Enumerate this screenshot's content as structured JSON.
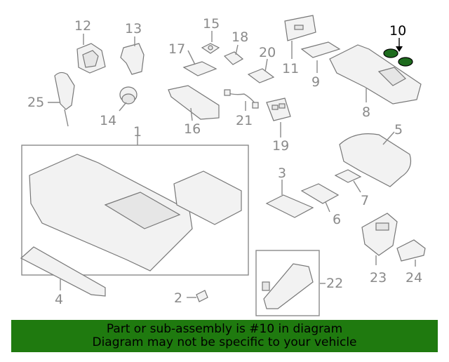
{
  "diagram": {
    "callouts": {
      "c1": "1",
      "c2": "2",
      "c3": "3",
      "c4": "4",
      "c5": "5",
      "c6": "6",
      "c7": "7",
      "c8": "8",
      "c9": "9",
      "c10": "10",
      "c11": "11",
      "c12": "12",
      "c13": "13",
      "c14": "14",
      "c15": "15",
      "c16": "16",
      "c17": "17",
      "c18": "18",
      "c19": "19",
      "c20": "20",
      "c21": "21",
      "c22": "22",
      "c23": "23",
      "c24": "24",
      "c25": "25"
    },
    "highlighted_part": "10",
    "colors": {
      "highlight_fill": "#1e6b1e",
      "banner_background": "#1f7a0f",
      "callout_text": "#8a8a8a",
      "outline": "#777777"
    }
  },
  "banner": {
    "line1": "Part or sub-assembly is #10 in diagram",
    "line2": "Diagram may not be specific to your vehicle"
  }
}
